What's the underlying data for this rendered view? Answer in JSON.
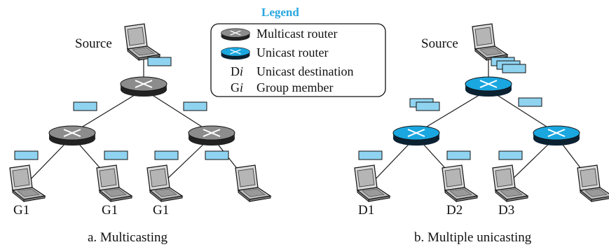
{
  "colors": {
    "packet": "#8fd3f0",
    "multicast_router": "#8c8c8c",
    "unicast_router": "#1aa7e0",
    "legend_title": "#29a7e1",
    "line": "#1a1a1a"
  },
  "legend": {
    "title": "Legend",
    "items": [
      {
        "symbol": "multicast-router-icon",
        "label": "Multicast router"
      },
      {
        "symbol": "unicast-router-icon",
        "label": "Unicast router"
      },
      {
        "symbol_text": "D",
        "symbol_italic": "i",
        "label": "Unicast destination"
      },
      {
        "symbol_text": "G",
        "symbol_italic": "i",
        "label": "Group member"
      }
    ]
  },
  "diagram_a": {
    "source_label": "Source",
    "caption": "a. Multicasting",
    "member_labels": [
      "G1",
      "G1",
      "G1"
    ]
  },
  "diagram_b": {
    "source_label": "Source",
    "caption": "b. Multiple unicasting",
    "destination_labels": [
      "D1",
      "D2",
      "D3"
    ]
  }
}
